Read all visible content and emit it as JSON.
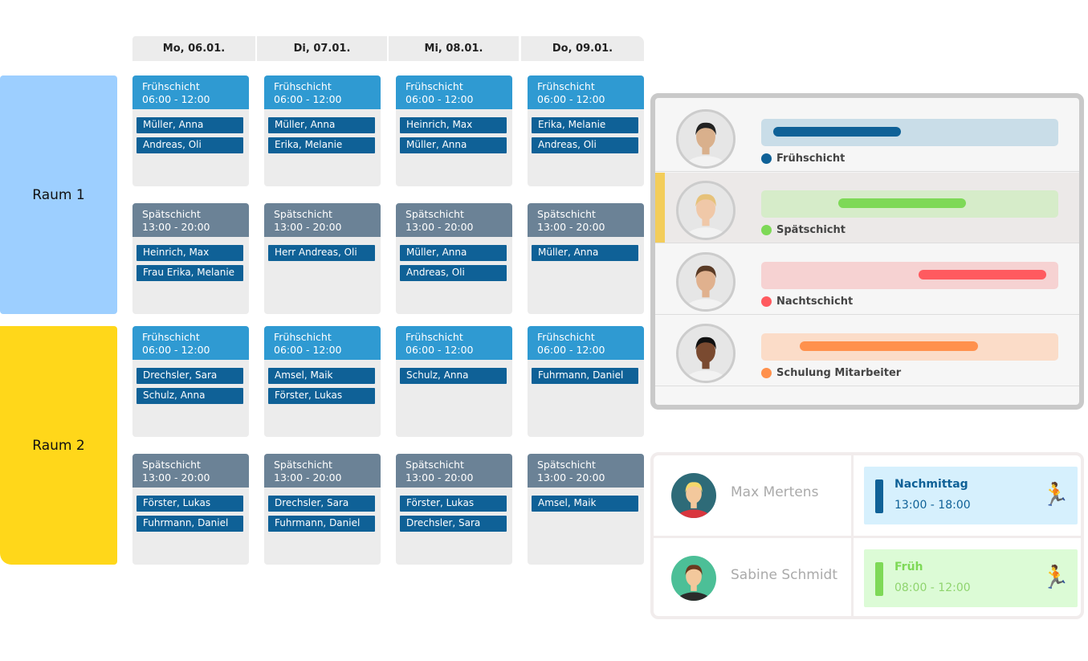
{
  "days": [
    "Mo, 06.01.",
    "Di, 07.01.",
    "Mi, 08.01.",
    "Do, 09.01."
  ],
  "rooms": [
    {
      "label": "Raum 1",
      "color": "#9dcfff"
    },
    {
      "label": "Raum 2",
      "color": "#ffd71a"
    }
  ],
  "shift_types": {
    "frueh": {
      "name": "Frühschicht",
      "time": "06:00 - 12:00",
      "color": "#2f9ad2"
    },
    "spaet": {
      "name": "Spätschicht",
      "time": "13:00 - 20:00",
      "color": "#6b8296"
    }
  },
  "schedule": [
    {
      "room": 0,
      "type": "frueh",
      "days": [
        [
          "Müller, Anna",
          "Andreas, Oli"
        ],
        [
          "Müller, Anna",
          "Erika, Melanie"
        ],
        [
          "Heinrich, Max",
          "Müller, Anna"
        ],
        [
          "Erika, Melanie",
          "Andreas, Oli"
        ]
      ]
    },
    {
      "room": 0,
      "type": "spaet",
      "days": [
        [
          "Heinrich, Max",
          "Frau Erika, Melanie"
        ],
        [
          "Herr Andreas, Oli"
        ],
        [
          "Müller, Anna",
          "Andreas, Oli"
        ],
        [
          "Müller, Anna"
        ]
      ]
    },
    {
      "room": 1,
      "type": "frueh",
      "days": [
        [
          "Drechsler, Sara",
          "Schulz, Anna"
        ],
        [
          "Amsel, Maik",
          "Förster, Lukas"
        ],
        [
          "Schulz, Anna"
        ],
        [
          "Fuhrmann, Daniel"
        ]
      ]
    },
    {
      "room": 1,
      "type": "spaet",
      "days": [
        [
          "Förster, Lukas",
          "Fuhrmann, Daniel"
        ],
        [
          "Drechsler, Sara",
          "Fuhrmann, Daniel"
        ],
        [
          "Förster, Lukas",
          "Drechsler, Sara"
        ],
        [
          "Amsel, Maik"
        ]
      ]
    }
  ],
  "legend_card": [
    {
      "label": "Frühschicht",
      "color": "#0f6197",
      "track": "#c9dde8",
      "from": 0.04,
      "to": 0.47,
      "highlight": false,
      "skin": "#d9b08c",
      "hair": "#222"
    },
    {
      "label": "Spätschicht",
      "color": "#7ed957",
      "track": "#d6ecc9",
      "from": 0.26,
      "to": 0.69,
      "highlight": true,
      "skin": "#f0c8a8",
      "hair": "#e6c27a"
    },
    {
      "label": "Nachtschicht",
      "color": "#ff5a5f",
      "track": "#f6d2d2",
      "from": 0.53,
      "to": 0.96,
      "highlight": false,
      "skin": "#e0b18e",
      "hair": "#5a3b26"
    },
    {
      "label": "Schulung Mitarbeiter",
      "color": "#ff914d",
      "track": "#fbdcc8",
      "from": 0.13,
      "to": 0.73,
      "highlight": false,
      "skin": "#7a4a30",
      "hair": "#111"
    }
  ],
  "assignments": [
    {
      "name": "Max Mertens",
      "shift": "Nachmittag",
      "time": "13:00 - 18:00",
      "bg": "#d6f0fd",
      "accent": "#0f6197",
      "timecolor": "#0f6197",
      "avatar_bg": "#2e6b78",
      "shirt": "#d9363e",
      "hair": "#f5d86b"
    },
    {
      "name": "Sabine Schmidt",
      "shift": "Früh",
      "time": "08:00 - 12:00",
      "bg": "#dcfbd6",
      "accent": "#7ed957",
      "timecolor": "#8fd46e",
      "avatar_bg": "#4cbf97",
      "shirt": "#2b2b2b",
      "hair": "#6b3a1f"
    }
  ]
}
